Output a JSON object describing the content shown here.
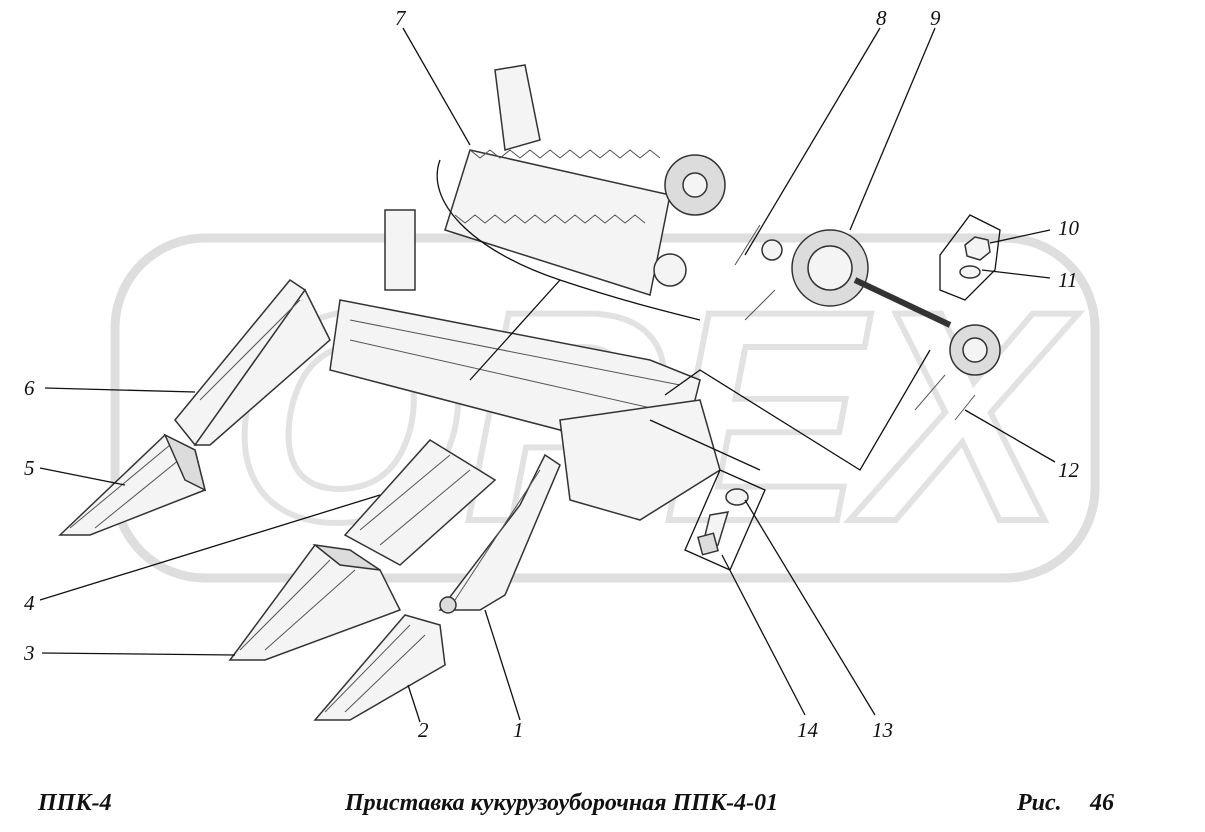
{
  "callouts": [
    "1",
    "2",
    "3",
    "4",
    "5",
    "6",
    "7",
    "8",
    "9",
    "10",
    "11",
    "12",
    "13",
    "14"
  ],
  "footer": {
    "model": "ППК-4",
    "title": "Приставка кукурузоуборочная ППК-4-01",
    "fig_label": "Рис.",
    "fig_number": "46"
  },
  "watermark": "OPEX"
}
